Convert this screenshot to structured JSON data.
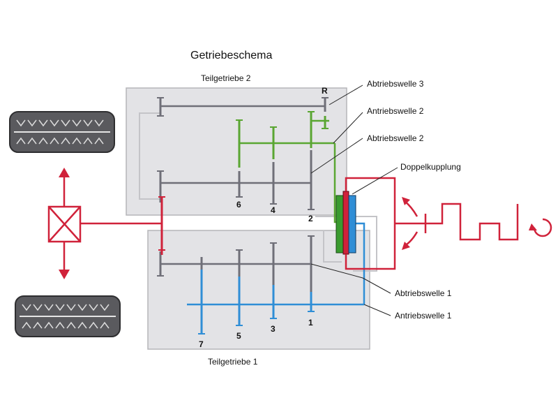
{
  "title": "Getriebeschema",
  "labels": {
    "teilgetriebe_2": "Teilgetriebe 2",
    "teilgetriebe_1": "Teilgetriebe 1",
    "abtriebswelle_3": "Abtriebswelle 3",
    "antriebswelle_2": "Antriebswelle 2",
    "abtriebswelle_2": "Abtriebswelle 2",
    "doppelkupplung": "Doppelkupplung",
    "abtriebswelle_1": "Abtriebswelle 1",
    "antriebswelle_1": "Antriebswelle 1"
  },
  "gears": {
    "g1": "1",
    "g2": "2",
    "g3": "3",
    "g4": "4",
    "g5": "5",
    "g6": "6",
    "g7": "7",
    "gR": "R"
  },
  "colors": {
    "gray_shaft": "#6f6f78",
    "green_shaft": "#5aa632",
    "blue_shaft": "#2f8ed6",
    "red_shaft": "#d0223a",
    "box_fill": "#e3e3e6",
    "box_stroke": "#b5b5b9"
  }
}
